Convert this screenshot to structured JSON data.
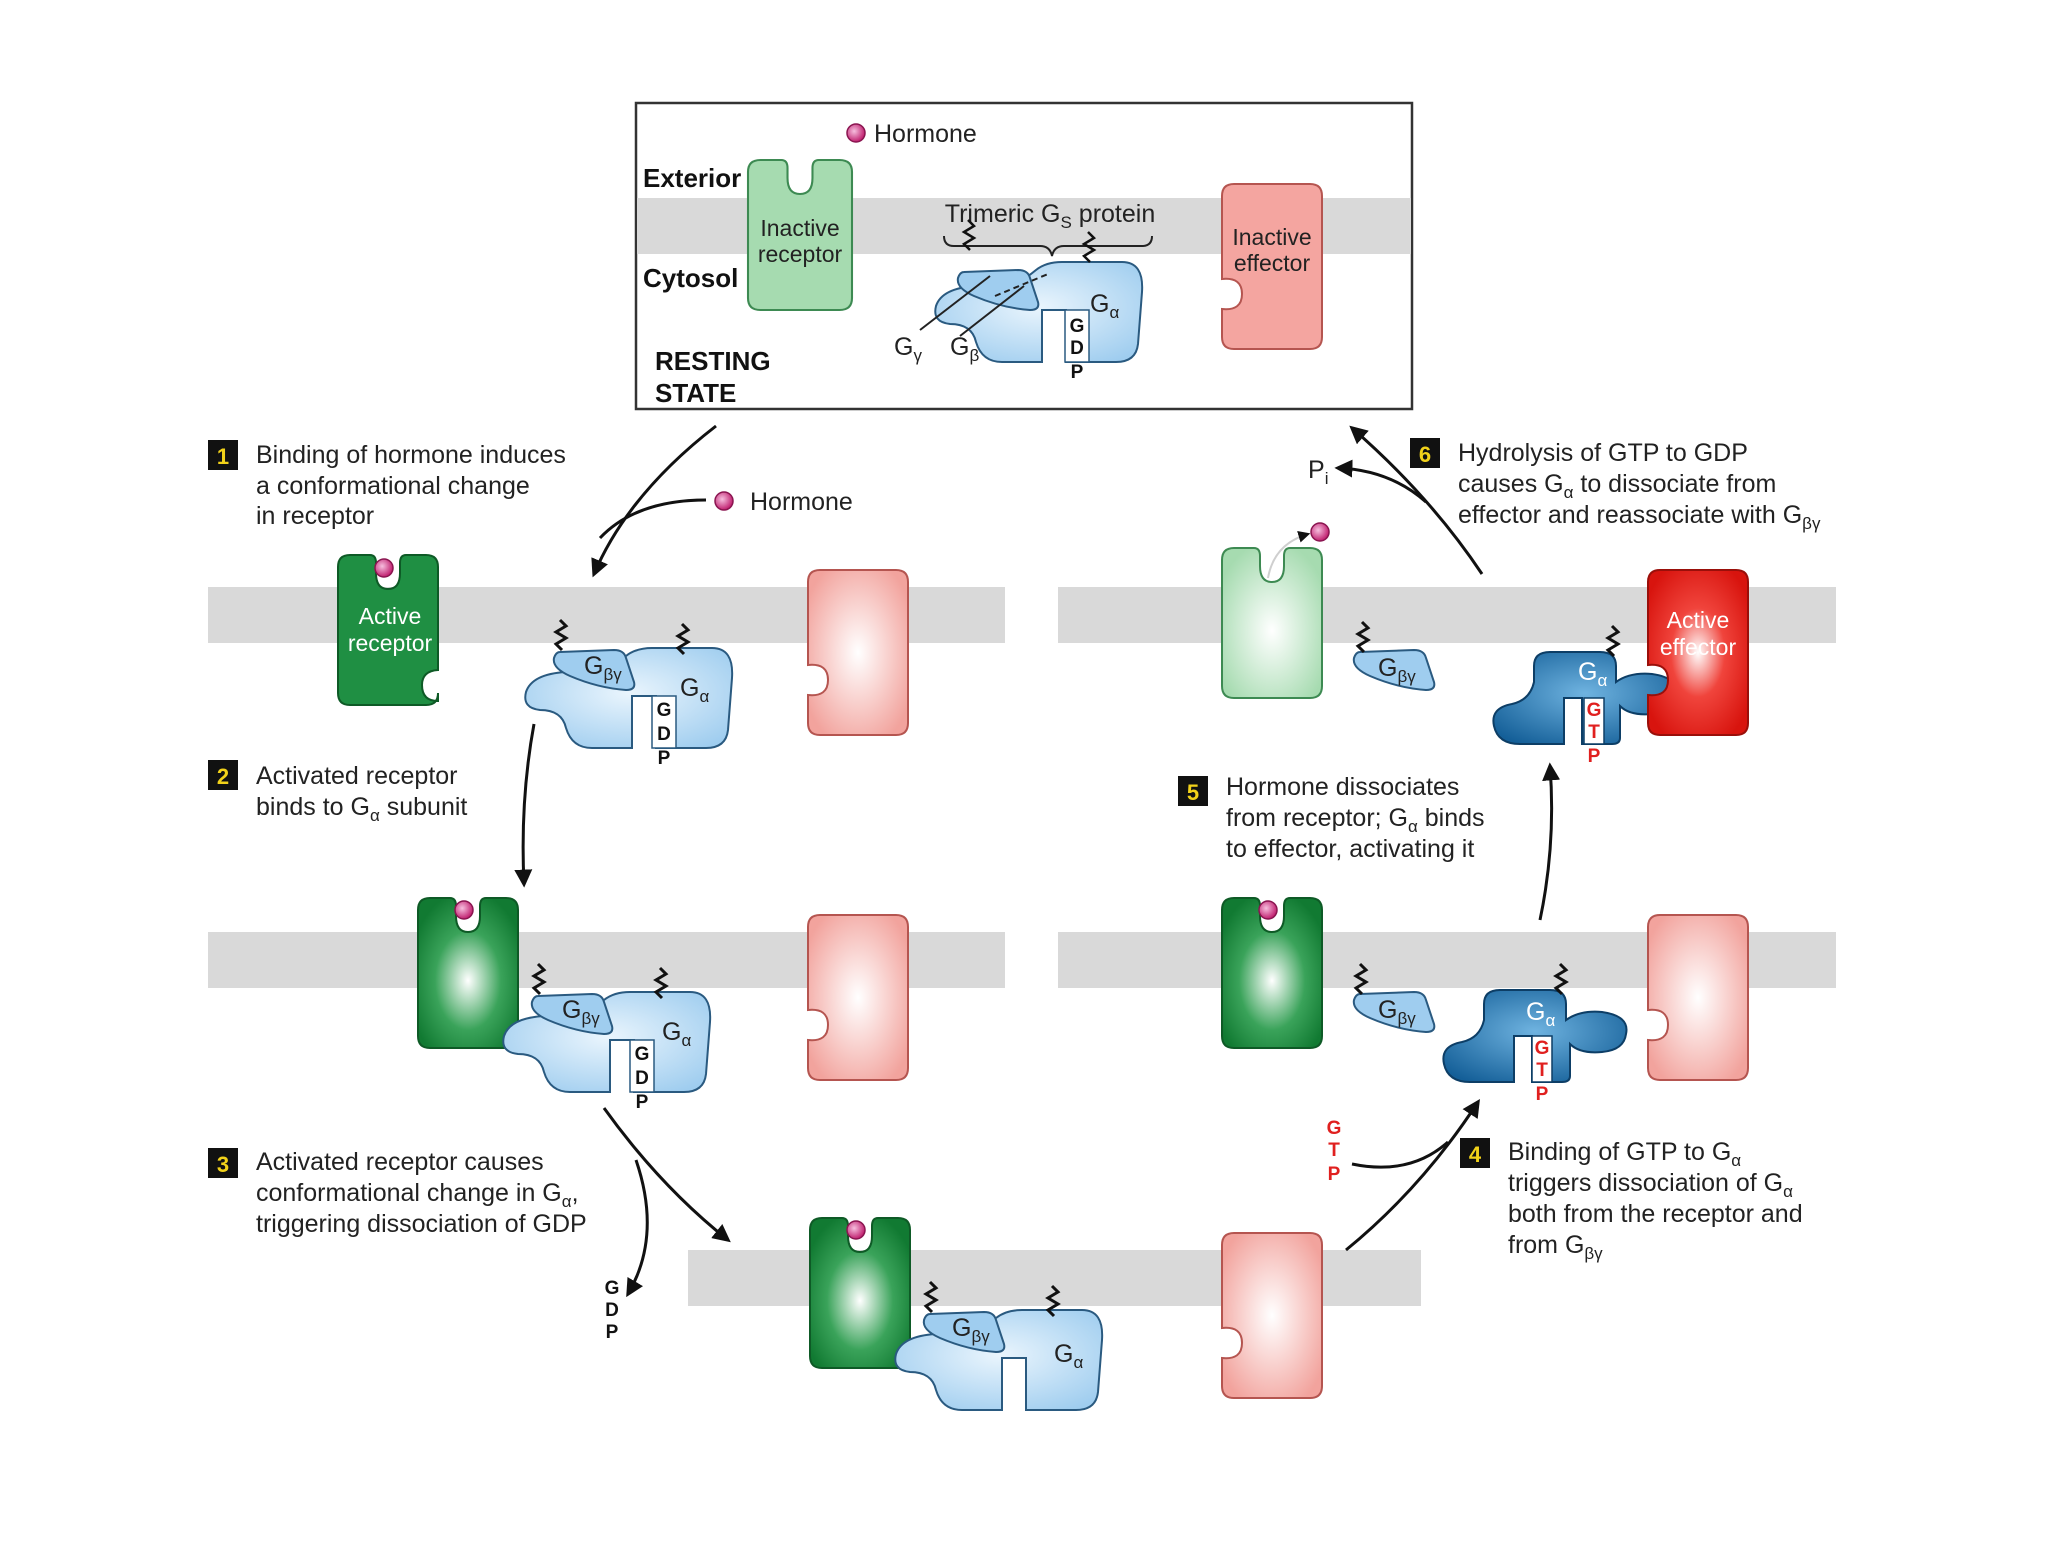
{
  "resting": {
    "hormone_legend": "Hormone",
    "exterior": "Exterior",
    "cytosol": "Cytosol",
    "inactive_receptor": [
      "Inactive",
      "receptor"
    ],
    "trimeric_label": "Trimeric G",
    "trimeric_sub": "S",
    "trimeric_suffix": " protein",
    "inactive_effector": [
      "Inactive",
      "effector"
    ],
    "g_gamma": "G",
    "g_gamma_sub": "γ",
    "g_beta": "G",
    "g_beta_sub": "β",
    "resting_state": [
      "RESTING",
      "STATE"
    ]
  },
  "g_alpha": "G",
  "alpha_sub": "α",
  "g_betagamma": "G",
  "betagamma_sub": "βγ",
  "gdp": [
    "G",
    "D",
    "P"
  ],
  "gtp": [
    "G",
    "T",
    "P"
  ],
  "hormone": "Hormone",
  "pi": "P",
  "pi_sub": "i",
  "active_receptor": [
    "Active",
    "receptor"
  ],
  "active_effector": [
    "Active",
    "effector"
  ],
  "steps": [
    {
      "num": "1",
      "lines": [
        "Binding of hormone induces",
        "a conformational change",
        "in receptor"
      ]
    },
    {
      "num": "2",
      "lines": [
        "Activated receptor",
        "binds to G",
        " subunit"
      ]
    },
    {
      "num": "3",
      "lines": [
        "Activated receptor causes",
        "conformational change in G",
        ",",
        "triggering dissociation of GDP"
      ]
    },
    {
      "num": "4",
      "lines": [
        "Binding of GTP to G",
        "triggers dissociation of G",
        "both from the receptor and",
        "from G"
      ]
    },
    {
      "num": "5",
      "lines": [
        "Hormone dissociates",
        "from receptor; G",
        " binds",
        "to effector, activating it"
      ]
    },
    {
      "num": "6",
      "lines": [
        "Hydrolysis of GTP to GDP",
        "causes G",
        " to dissociate from",
        "effector and reassociate with G"
      ]
    }
  ],
  "colors": {
    "membrane": "#d9d9d9",
    "receptor_inactive": "#a8dcb0",
    "receptor_active": "#1a8a3e",
    "effector_inactive": "#f4a5a0",
    "effector_active": "#e32119",
    "g_light": "#a9d3f1",
    "g_dark": "#1e6fa8",
    "hormone": "#c8237e",
    "badge": "#111111",
    "badge_text": "#f2d21a"
  }
}
